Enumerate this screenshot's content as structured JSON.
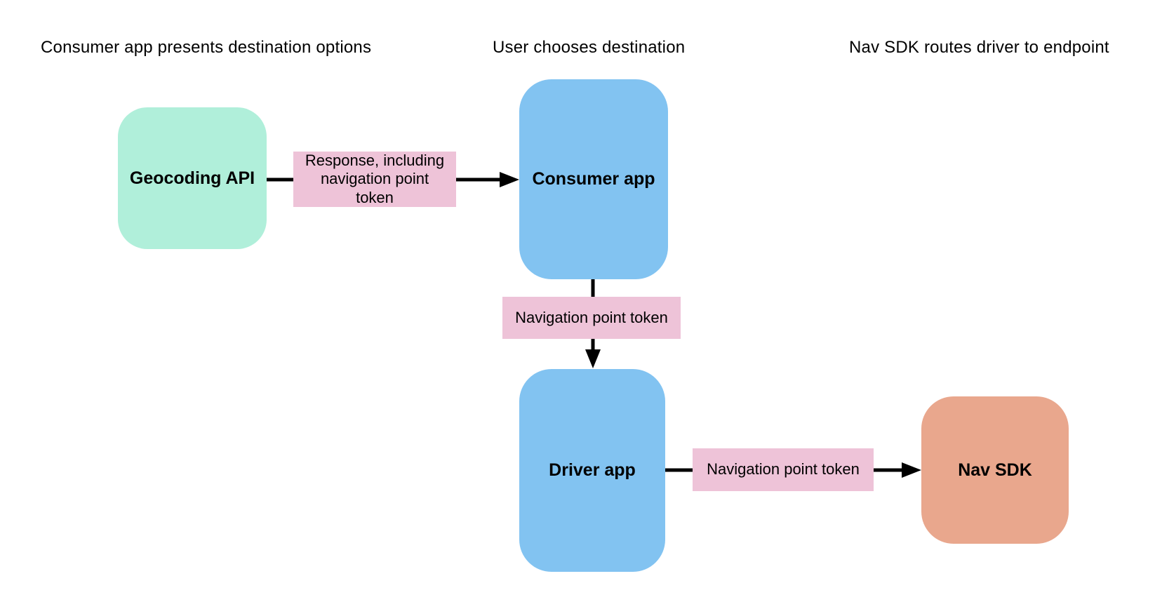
{
  "diagram": {
    "background_color": "#ffffff",
    "arrow_color": "#000000",
    "text_color": "#000000",
    "stages": [
      {
        "label": "Consumer app presents destination options"
      },
      {
        "label": "User chooses destination"
      },
      {
        "label": "Nav SDK routes driver to endpoint"
      }
    ],
    "nodes": {
      "geocoding_api": {
        "label": "Geocoding API",
        "fill": "#b0efda"
      },
      "consumer_app": {
        "label": "Consumer app",
        "fill": "#82c3f1"
      },
      "driver_app": {
        "label": "Driver app",
        "fill": "#82c3f1"
      },
      "nav_sdk": {
        "label": "Nav SDK",
        "fill": "#e9a78d"
      }
    },
    "edges": {
      "geocoding_to_consumer": {
        "label": "Response, including navigation point token",
        "label_fill": "#eec3d8"
      },
      "consumer_to_driver": {
        "label": "Navigation point token",
        "label_fill": "#eec3d8"
      },
      "driver_to_nav_sdk": {
        "label": "Navigation point token",
        "label_fill": "#eec3d8"
      }
    }
  }
}
